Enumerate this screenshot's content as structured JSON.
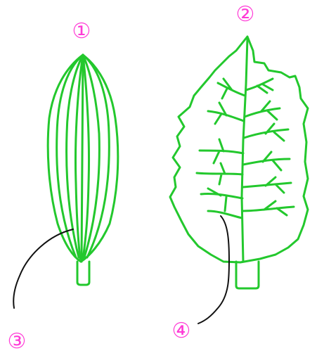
{
  "labels": {
    "top_left": "①",
    "top_right": "②",
    "bottom_left": "③",
    "bottom_right": "④"
  },
  "colors": {
    "leaf_outline": "#23c82d",
    "label_text": "#ff3bd6",
    "pointer_line": "#111111",
    "background": "#ffffff"
  }
}
